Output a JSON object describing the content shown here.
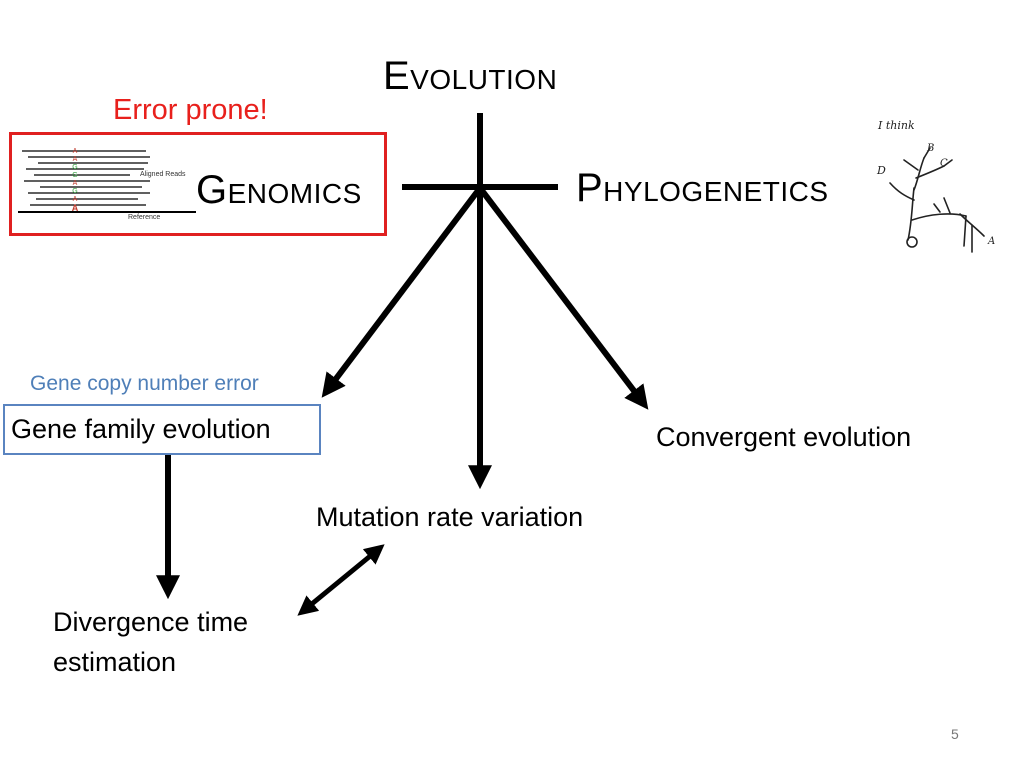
{
  "slide": {
    "title": "Evolution",
    "genomics": {
      "label": "Genomics",
      "note": "Error prone!",
      "alignment": {
        "bases": [
          "A",
          "A",
          "G",
          "G",
          "A",
          "G",
          "A",
          "A"
        ],
        "reads_label": "Aligned Reads",
        "reference_label": "Reference"
      }
    },
    "phylogenetics": {
      "label": "Phylogenetics",
      "sketch": {
        "caption": "I think",
        "labels": [
          "B",
          "C",
          "D",
          "A"
        ]
      }
    },
    "nodes": {
      "gene_copy_error": "Gene copy number error",
      "gene_family": "Gene family evolution",
      "convergent": "Convergent evolution",
      "mutation_rate": "Mutation rate variation",
      "divergence": "Divergence time estimation"
    },
    "page_number": "5"
  },
  "colors": {
    "accent_red": "#e02020",
    "accent_blue": "#4f7fb8",
    "text": "#000000"
  }
}
